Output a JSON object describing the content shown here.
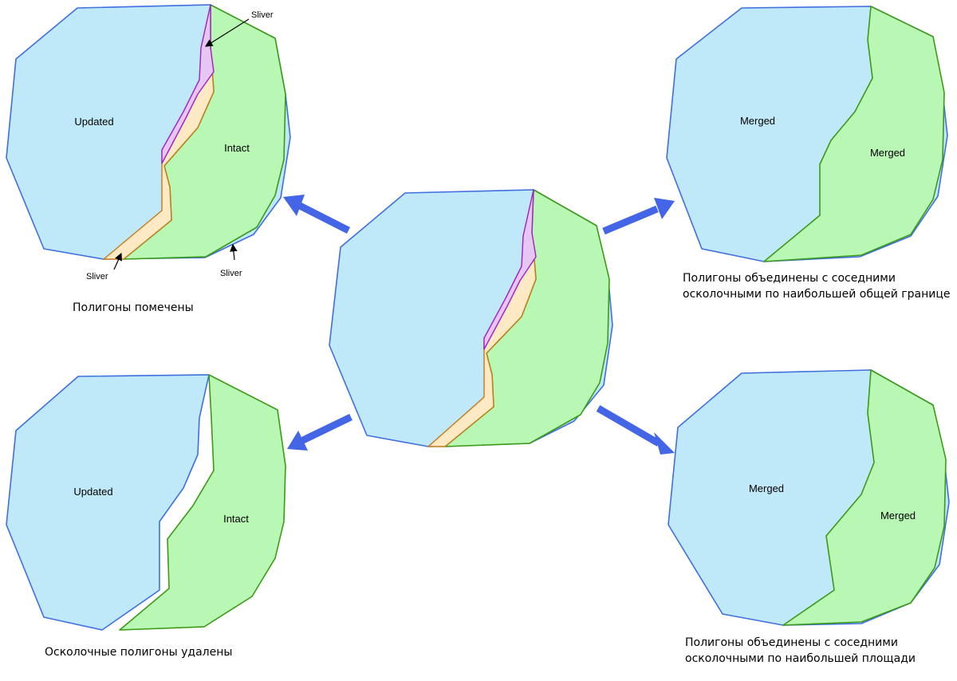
{
  "colors": {
    "updated_fill": "#bfe9f8",
    "updated_stroke": "#3f6fe0",
    "intact_fill": "#b8f7b4",
    "intact_stroke": "#3c9a17",
    "sliver_orange_fill": "#fde9c3",
    "sliver_orange_stroke": "#c77818",
    "sliver_purple_fill": "#e6c7f4",
    "sliver_purple_stroke": "#a31ec4",
    "arrow": "#4466e6"
  },
  "panels": {
    "flagged": {
      "updated_label": "Updated",
      "intact_label": "Intact",
      "sliver_top": "Sliver",
      "sliver_bottom_left": "Sliver",
      "sliver_bottom_right": "Sliver",
      "caption": "Полигоны помечены"
    },
    "deleted": {
      "updated_label": "Updated",
      "intact_label": "Intact",
      "caption": "Осколочные полигоны удалены"
    },
    "merged_border": {
      "left_label": "Merged",
      "right_label": "Merged",
      "caption_line1": "Полигоны объединены с соседними",
      "caption_line2": "осколочными по наибольшей общей границе"
    },
    "merged_area": {
      "left_label": "Merged",
      "right_label": "Merged",
      "caption_line1": "Полигоны объединены с соседними",
      "caption_line2": "осколочными по наибольшей площади"
    }
  }
}
